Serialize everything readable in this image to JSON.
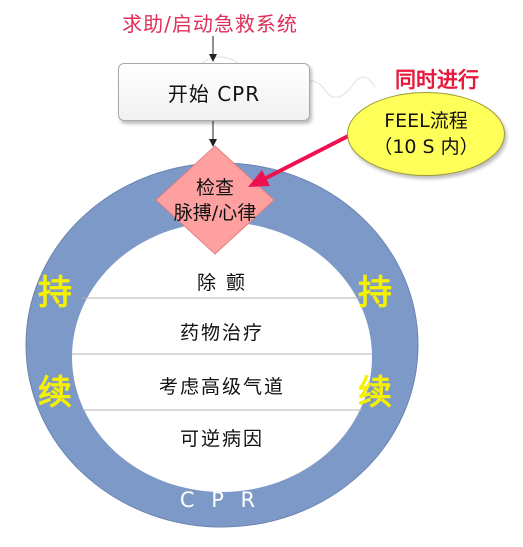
{
  "labels": {
    "top": "求助/启动急救系统",
    "start_box": "开始 CPR",
    "simultaneous": "同时进行",
    "feel_line1": "FEEL流程",
    "feel_line2": "（10 S 内）",
    "check_line1": "检查",
    "check_line2": "脉搏/心律",
    "sustain_left_1": "持",
    "sustain_left_2": "续",
    "sustain_right_1": "持",
    "sustain_right_2": "续",
    "cpr_ring": "C P R"
  },
  "steps": [
    "除 颤",
    "药物治疗",
    "考虑高级气道",
    "可逆病因"
  ],
  "colors": {
    "ring": "#7d99c7",
    "diamond": "#ffa0a0",
    "bubble": "#ffff5a",
    "arrow_red": "#ee1150",
    "sustain_text": "#f5f000",
    "top_text": "#e0305a"
  }
}
